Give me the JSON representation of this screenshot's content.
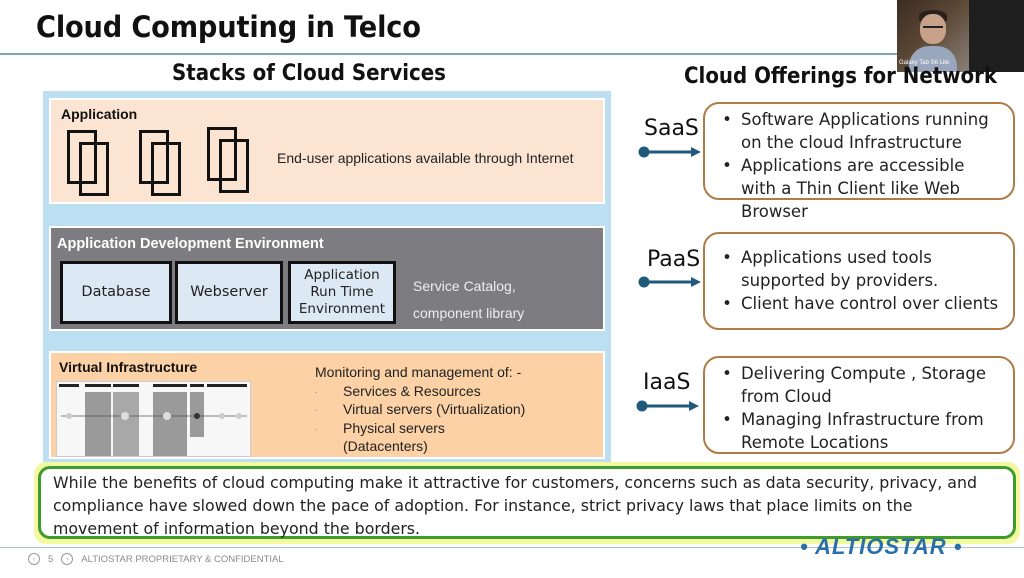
{
  "slide": {
    "title": "Cloud Computing in Telco",
    "page_number": "5",
    "footer_text": "ALTIOSTAR PROPRIETARY & CONFIDENTIAL",
    "brand": "• ALTIOSTAR •"
  },
  "webcam": {
    "device_label": "Galaxy Tab S6 Lite"
  },
  "stack": {
    "heading": "Stacks of Cloud Services",
    "application": {
      "title": "Application",
      "description": "End-user applications available through Internet"
    },
    "dev_env": {
      "title": "Application Development Environment",
      "boxes": [
        "Database",
        "Webserver",
        "Application Run Time Environment"
      ],
      "catalog_line1": "Service Catalog,",
      "catalog_line2": "component library"
    },
    "virtual": {
      "title": "Virtual Infrastructure",
      "monitor_heading": "Monitoring and management of: -",
      "items": [
        "Services & Resources",
        "Virtual servers (Virtualization)",
        "Physical servers",
        "(Datacenters)"
      ]
    }
  },
  "offerings": {
    "heading": "Cloud Offerings for Network",
    "services": [
      {
        "label": "SaaS",
        "bullets": [
          "Software Applications running on the cloud Infrastructure",
          "Applications are accessible with a Thin Client like Web Browser"
        ]
      },
      {
        "label": "PaaS",
        "bullets": [
          "Applications used tools supported by providers.",
          "Client have control over clients"
        ]
      },
      {
        "label": "IaaS",
        "bullets": [
          "Delivering Compute , Storage from Cloud",
          "Managing Infrastructure from Remote Locations"
        ]
      }
    ]
  },
  "note": {
    "text": "While the benefits of cloud computing make it attractive for customers, concerns such as data security, privacy, and compliance have slowed down the pace of adoption. For instance, strict privacy laws that place limits on the movement of information beyond the borders."
  },
  "colors": {
    "arrow": "#1f5a7a",
    "box_border": "#b07b44",
    "note_border": "#3f9b2c",
    "brand": "#2a6fa8"
  }
}
